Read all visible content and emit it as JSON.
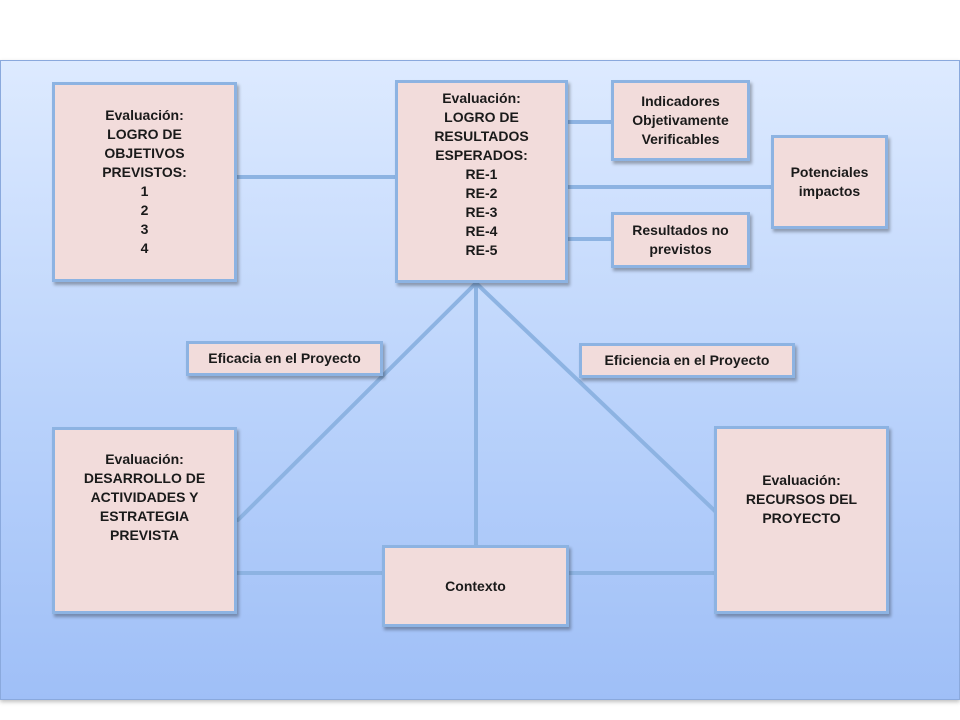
{
  "diagram": {
    "objetivos": "Evaluación:\nLOGRO DE\nOBJETIVOS\nPREVISTOS:\n1\n2\n3\n4",
    "resultados": "Evaluación:\nLOGRO DE\nRESULTADOS\nESPERADOS:\nRE-1\nRE-2\nRE-3\nRE-4\nRE-5",
    "indicadores": "Indicadores\nObjetivamente\nVerificables",
    "potenciales": "Potenciales\nimpactos",
    "no_previstos": "Resultados no\nprevistos",
    "eficacia": "Eficacia en el Proyecto",
    "eficiencia": "Eficiencia en el Proyecto",
    "actividades": "Evaluación:\nDESARROLLO DE\nACTIVIDADES Y\nESTRATEGIA\nPREVISTA",
    "recursos": "Evaluación:\nRECURSOS DEL\nPROYECTO",
    "contexto": "Contexto"
  },
  "colors": {
    "box_fill": "#f2dcdb",
    "box_border": "#8db3e2",
    "connector": "#8db3e2",
    "background_top": "#ddeaff",
    "background_bottom": "#9fbff7"
  }
}
